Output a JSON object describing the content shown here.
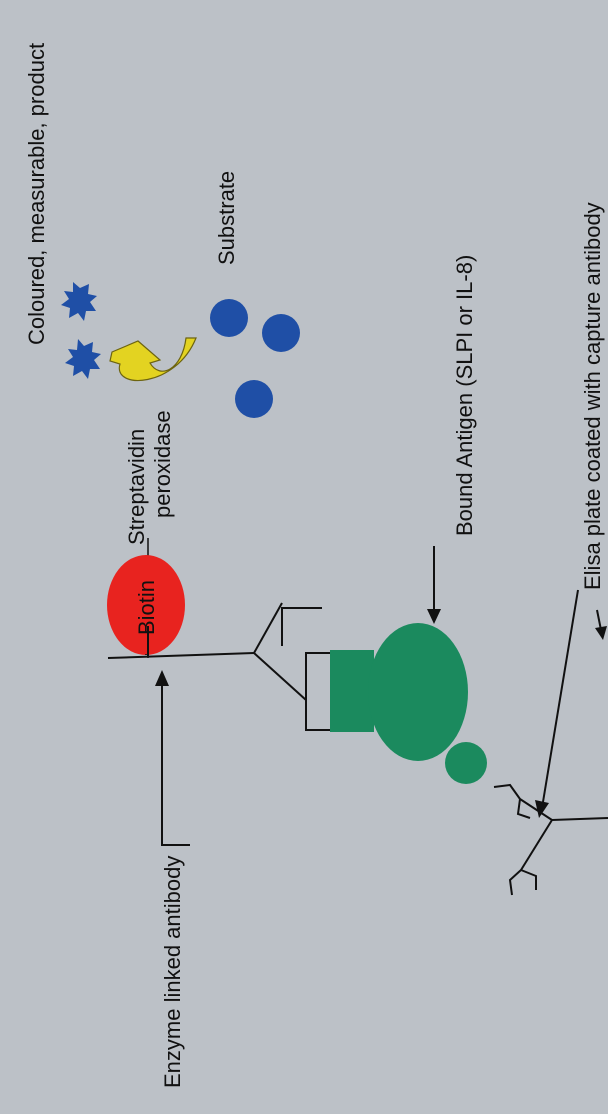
{
  "labels": {
    "product": "Coloured, measurable, product",
    "substrate": "Substrate",
    "enzyme_line1": "Streptavidin",
    "enzyme_line2": "peroxidase",
    "biotin": "Biotin",
    "antigen": "Bound Antigen (SLPI or IL-8)",
    "plate": "Elisa plate coated with capture antibody",
    "detection": "Enzyme linked antibody"
  },
  "colors": {
    "background": "#bcc1c7",
    "biotin": "#e8231f",
    "antigen": "#1b8a5e",
    "substrate": "#1f4fa6",
    "product": "#1f4fa6",
    "arrow": "#e3d321"
  }
}
